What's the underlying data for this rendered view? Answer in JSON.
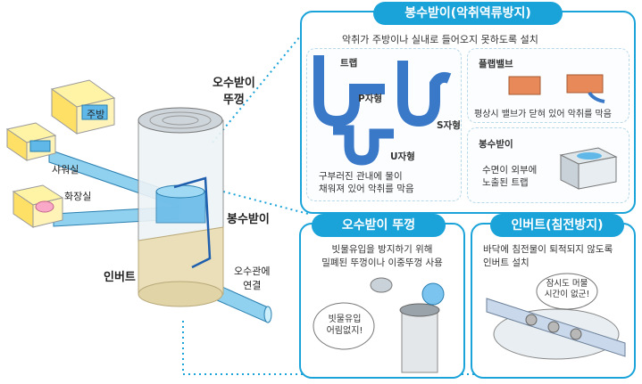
{
  "main_diagram": {
    "labels": {
      "kitchen": "주방",
      "shower": "샤워실",
      "toilet": "화장실",
      "cover": "오수받이\n뚜껑",
      "trap": "봉수받이",
      "invert": "인버트",
      "sewer": "오수관에\n연결"
    }
  },
  "panel_trap": {
    "title": "봉수받이(악취역류방지)",
    "description": "악취가 주방이나 실내로 들어오지 못하도록 설치",
    "trap_label": "트랩",
    "p_type": "P자형",
    "s_type": "S자형",
    "u_type": "U자형",
    "caption": "구부러진 관내에 물이\n채워져 있어 악취를 막음",
    "flap_title": "플랩밸브",
    "flap_caption": "평상시 밸브가 닫혀 있어 악취를 막음",
    "basin_title": "봉수받이",
    "basin_caption": "수면이 외부에\n노출된 트랩"
  },
  "panel_cover": {
    "title": "오수받이 뚜껑",
    "description": "빗물유입을 방지하기 위해\n밀폐된 뚜껑이나 이중뚜껑 사용",
    "bubble": "빗물유입\n어림없지!"
  },
  "panel_invert": {
    "title": "인버트(침전방지)",
    "description": "바닥에 침전물이 퇴적되지 않도록\n인버트 설치",
    "bubble": "잠시도 머물\n시간이 없군!"
  },
  "colors": {
    "accent": "#1aa3d9",
    "water": "#3a78c8",
    "pipe": "#8fd1ee"
  }
}
